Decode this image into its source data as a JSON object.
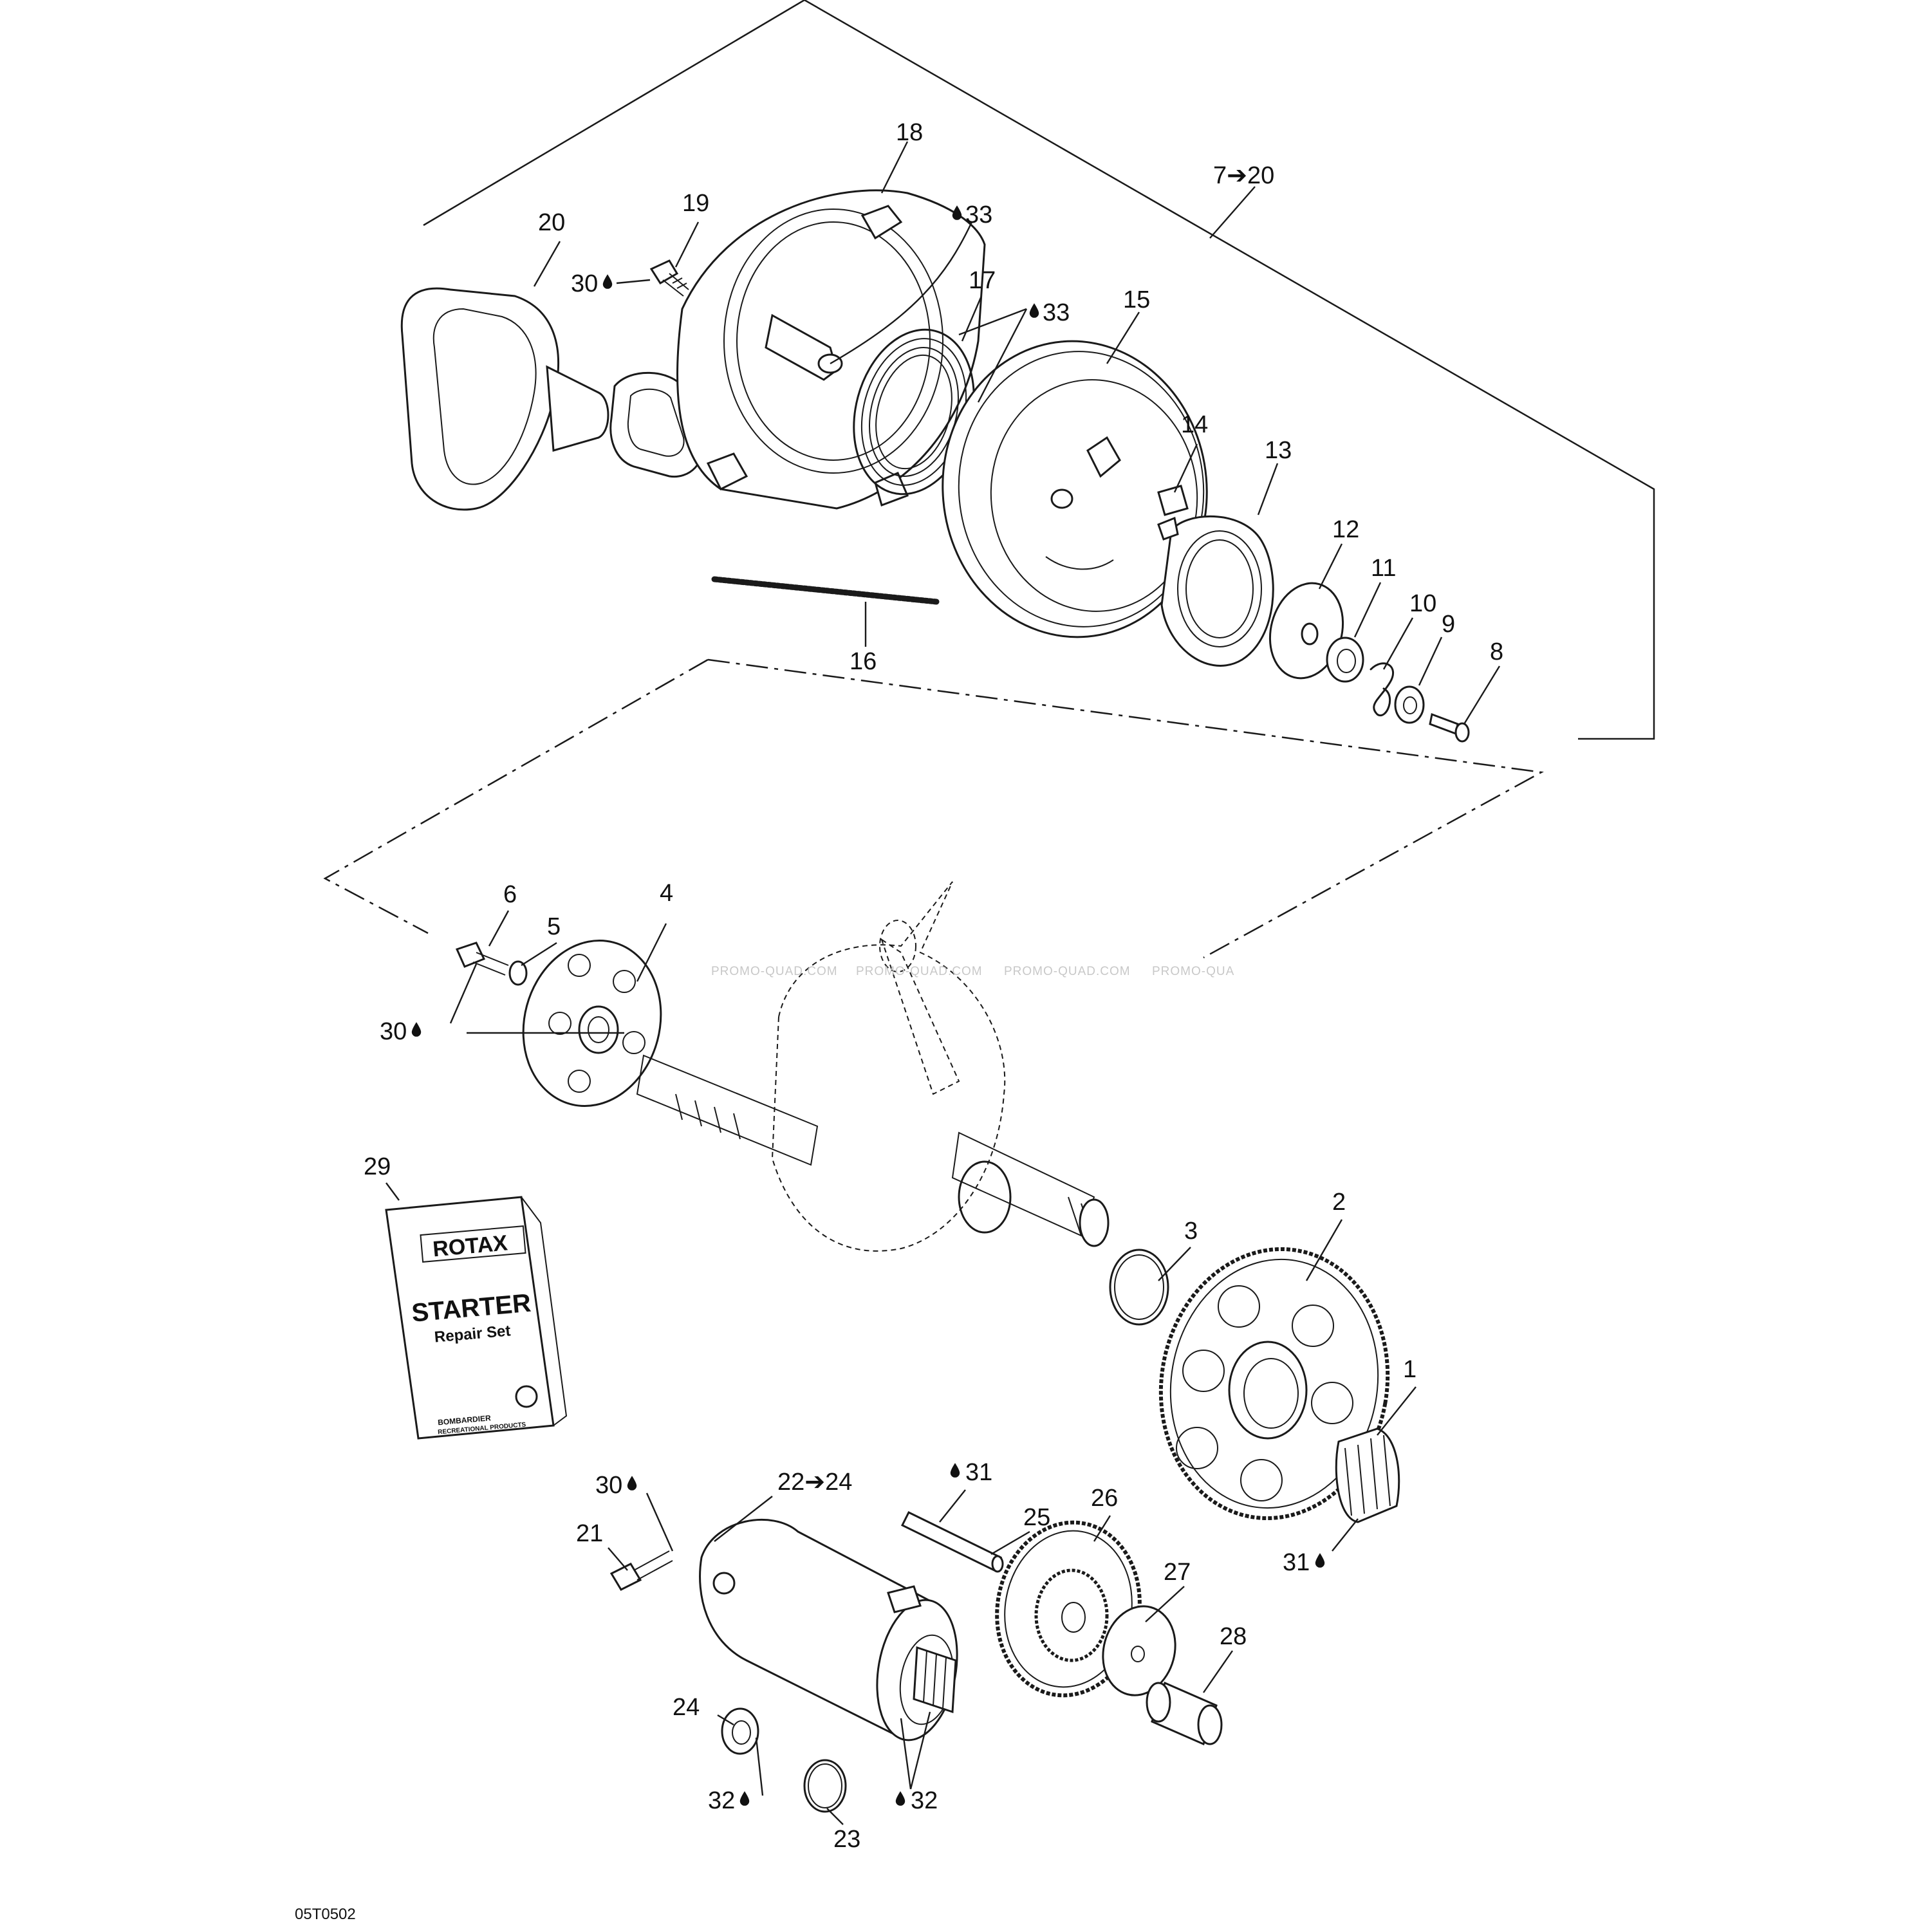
{
  "diagram_code": "05T0502",
  "watermarks": [
    "PROMO-QUAD.COM",
    "PROMO-QUAD.COM",
    "PROMO-QUAD.COM",
    "PROMO-QUA"
  ],
  "manual": {
    "brand": "ROTAX",
    "title": "STARTER",
    "subtitle": "Repair Set",
    "maker_line1": "BOMBARDIER",
    "maker_line2": "RECREATIONAL PRODUCTS"
  },
  "callouts": {
    "c1": "1",
    "c2": "2",
    "c3": "3",
    "c4": "4",
    "c5": "5",
    "c6": "6",
    "c7_20": "7➔20",
    "c8": "8",
    "c9": "9",
    "c10": "10",
    "c11": "11",
    "c12": "12",
    "c13": "13",
    "c14": "14",
    "c15": "15",
    "c16": "16",
    "c17": "17",
    "c18": "18",
    "c19": "19",
    "c20": "20",
    "c21": "21",
    "c22_24": "22➔24",
    "c23": "23",
    "c24": "24",
    "c25": "25",
    "c26": "26",
    "c27": "27",
    "c28": "28",
    "c29": "29",
    "lube30_a": "30",
    "lube30_b": "30",
    "lube30_c": "30",
    "lube31_a": "31",
    "lube31_b": "31",
    "lube32_a": "32",
    "lube32_b": "32",
    "lube33_a": "33",
    "lube33_b": "33"
  }
}
